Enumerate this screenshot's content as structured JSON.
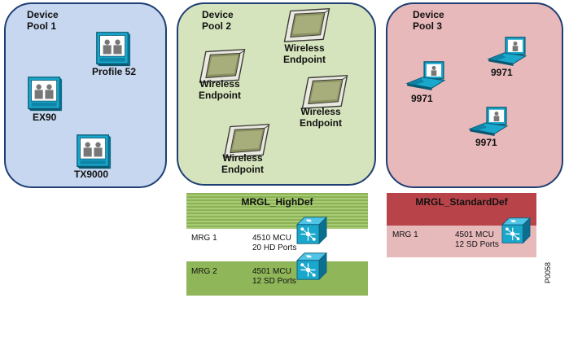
{
  "pools": [
    {
      "title_line1": "Device",
      "title_line2": "Pool 1",
      "color": "#c6d7ef",
      "devices": [
        {
          "label": "Profile 52"
        },
        {
          "label": "EX90"
        },
        {
          "label": "TX9000"
        }
      ]
    },
    {
      "title_line1": "Device",
      "title_line2": "Pool 2",
      "color": "#d6e4bd",
      "devices": [
        {
          "line1": "Wireless",
          "line2": "Endpoint"
        },
        {
          "line1": "Wireless",
          "line2": "Endpoint"
        },
        {
          "line1": "Wireless",
          "line2": "Endpoint"
        },
        {
          "line1": "Wireless",
          "line2": "Endpoint"
        }
      ]
    },
    {
      "title_line1": "Device",
      "title_line2": "Pool 3",
      "color": "#e8b9bb",
      "devices": [
        {
          "label": "9971"
        },
        {
          "label": "9971"
        },
        {
          "label": "9971"
        }
      ]
    }
  ],
  "mrgls": [
    {
      "title": "MRGL_HighDef",
      "mrgs": [
        {
          "name": "MRG 1",
          "mcu_line1": "4510 MCU",
          "mcu_line2": "20 HD Ports"
        },
        {
          "name": "MRG 2",
          "mcu_line1": "4501 MCU",
          "mcu_line2": "12 SD Ports"
        }
      ]
    },
    {
      "title": "MRGL_StandardDef",
      "mrgs": [
        {
          "name": "MRG 1",
          "mcu_line1": "4501 MCU",
          "mcu_line2": "12 SD Ports"
        }
      ]
    }
  ],
  "figure_code": "P0058",
  "icons": {
    "telepresence": "telepresence-unit-icon",
    "wireless": "wireless-endpoint-icon",
    "phone": "ip-video-phone-icon",
    "mcu": "mcu-icon"
  }
}
